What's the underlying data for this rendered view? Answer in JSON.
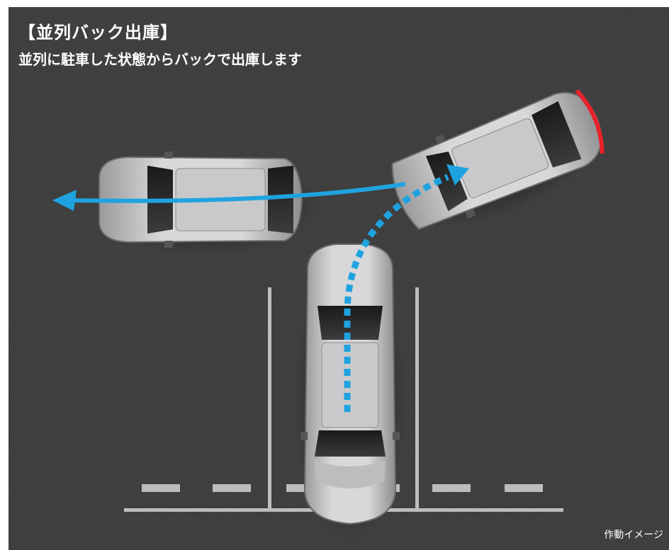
{
  "title": "【並列バック出庫】",
  "subtitle": "並列に駐車した状態からバックで出庫します",
  "caption": "作動イメージ",
  "colors": {
    "asphalt": "#3a3a3a",
    "parking_line": "#bdbdbd",
    "solid_arrow": "#1fa3e0",
    "dotted_path": "#1fa3e0",
    "car_body": "#cfcfd1",
    "brake_light": "#e8222a"
  },
  "illustration": {
    "cars": [
      {
        "name": "car-parked-start"
      },
      {
        "name": "car-reversing-turn"
      },
      {
        "name": "car-driving-away"
      }
    ],
    "paths": [
      {
        "name": "dotted-reverse-path"
      },
      {
        "name": "solid-forward-arrow"
      }
    ]
  }
}
